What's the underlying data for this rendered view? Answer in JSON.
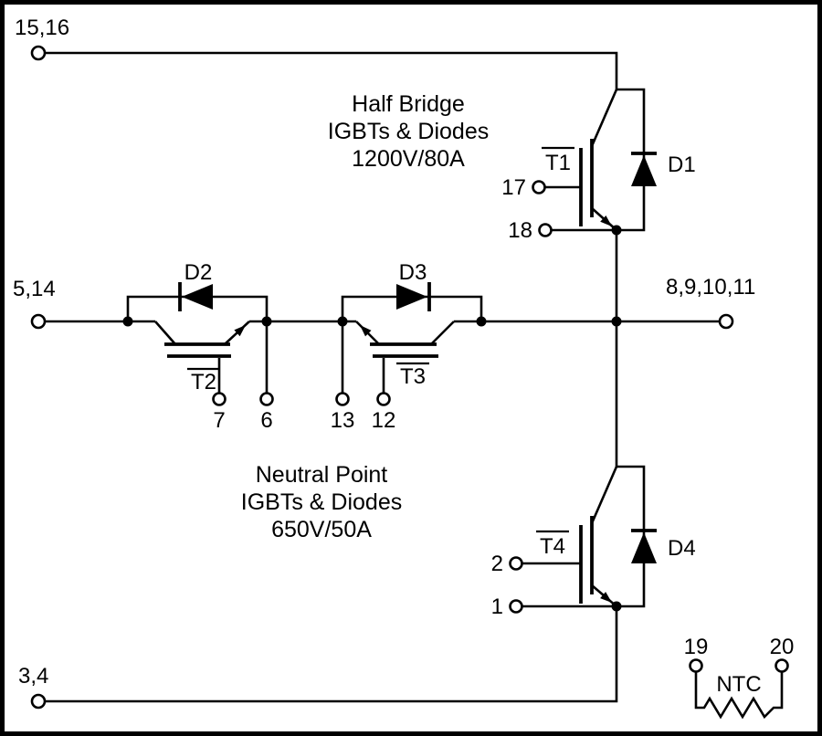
{
  "annotations": {
    "half_bridge": [
      "Half Bridge",
      "IGBTs & Diodes",
      "1200V/80A"
    ],
    "neutral_point": [
      "Neutral Point",
      "IGBTs & Diodes",
      "650V/50A"
    ]
  },
  "terminals": {
    "p15_16": "15,16",
    "p5_14": "5,14",
    "p8_9_10_11": "8,9,10,11",
    "p3_4": "3,4",
    "p17": "17",
    "p18": "18",
    "p7": "7",
    "p6": "6",
    "p13": "13",
    "p12": "12",
    "p2": "2",
    "p1": "1",
    "p19": "19",
    "p20": "20"
  },
  "devices": {
    "t1": "T1",
    "t2": "T2",
    "t3": "T3",
    "t4": "T4",
    "d1": "D1",
    "d2": "D2",
    "d3": "D3",
    "d4": "D4",
    "ntc": "NTC"
  },
  "colors": {
    "ink": "#000000",
    "paper": "#ffffff"
  }
}
